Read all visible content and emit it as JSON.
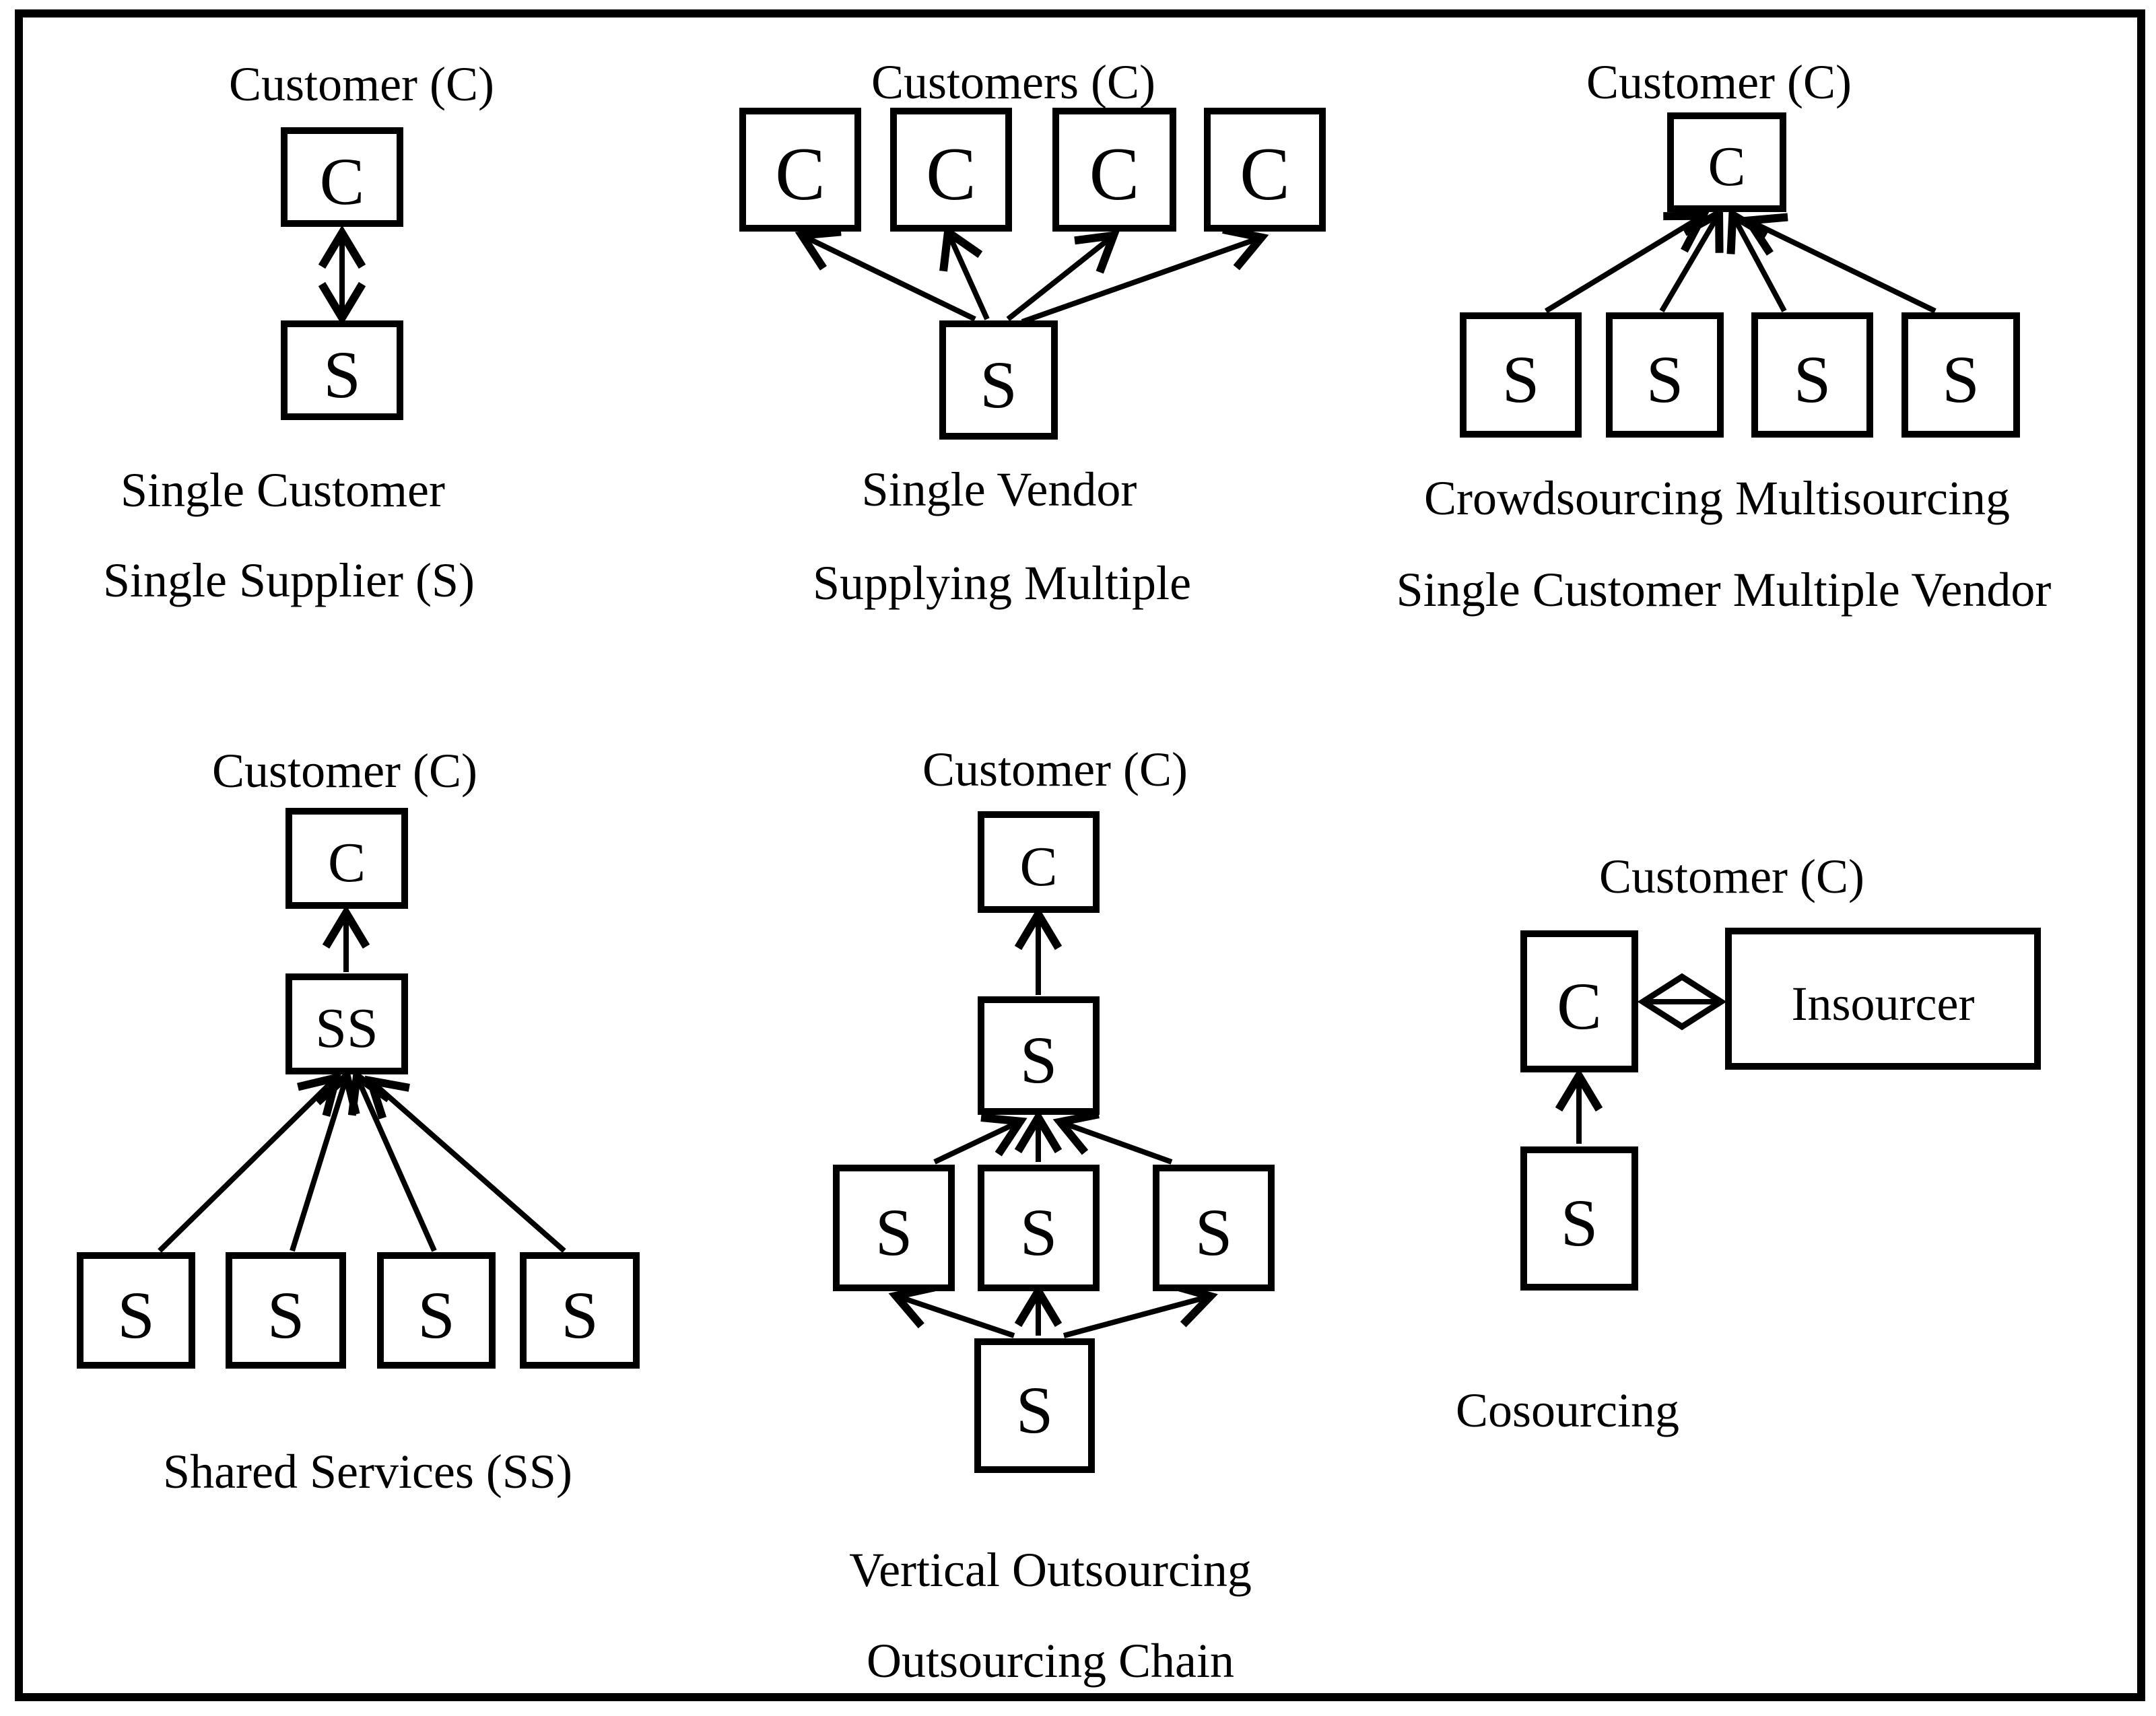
{
  "colors": {
    "ink": "#000000",
    "background": "#ffffff"
  },
  "panels": {
    "single_sourcing": {
      "title": "Customer (C)",
      "customer_box": "C",
      "supplier_box": "S",
      "caption_line1": "Single Customer",
      "caption_line2": "Single Supplier (S)"
    },
    "single_vendor": {
      "title": "Customers (C)",
      "customer_boxes": [
        "C",
        "C",
        "C",
        "C"
      ],
      "supplier_box": "S",
      "caption_line1": "Single Vendor",
      "caption_line2": "Supplying Multiple"
    },
    "multisourcing": {
      "title": "Customer (C)",
      "customer_box": "C",
      "supplier_boxes": [
        "S",
        "S",
        "S",
        "S"
      ],
      "caption_line1": "Crowdsourcing Multisourcing",
      "caption_line2": "Single Customer Multiple Vendor"
    },
    "shared_services": {
      "title": "Customer (C)",
      "customer_box": "C",
      "shared_services_box": "SS",
      "supplier_boxes": [
        "S",
        "S",
        "S",
        "S"
      ],
      "caption_line1": "Shared Services (SS)"
    },
    "vertical_outsourcing": {
      "title": "Customer (C)",
      "customer_box": "C",
      "tier1_supplier_box": "S",
      "tier2_supplier_boxes": [
        "S",
        "S",
        "S"
      ],
      "tier3_supplier_box": "S",
      "caption_line1": "Vertical Outsourcing",
      "caption_line2": "Outsourcing Chain"
    },
    "cosourcing": {
      "title": "Customer (C)",
      "customer_box": "C",
      "insourcer_box": "Insourcer",
      "supplier_box": "S",
      "caption_line1": "Cosourcing"
    }
  }
}
